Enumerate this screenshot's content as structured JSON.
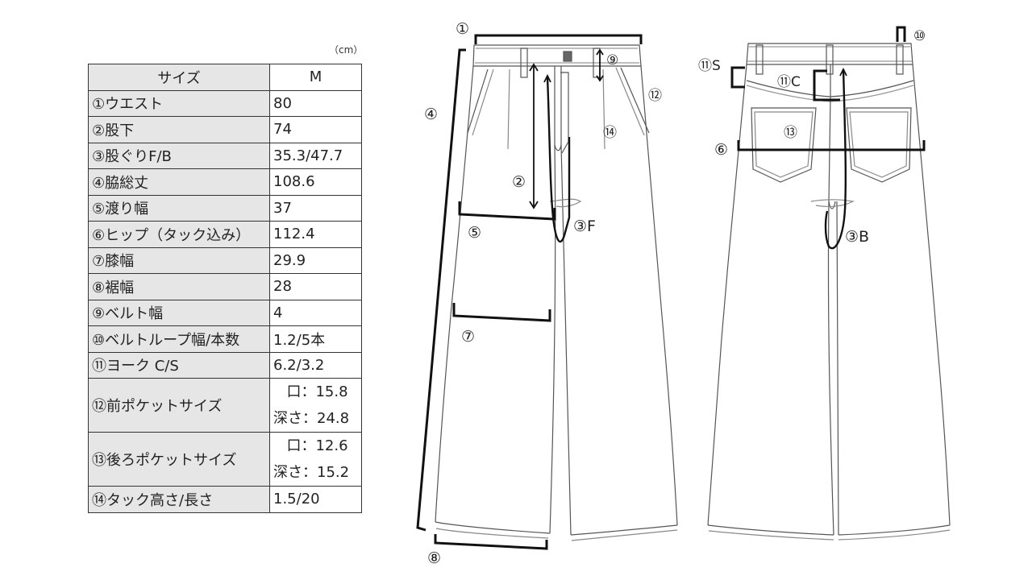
{
  "unit_label": "（cm）",
  "table": {
    "header": {
      "label": "サイズ",
      "value": "M"
    },
    "rows": [
      {
        "label": "①ウエスト",
        "value": "80"
      },
      {
        "label": "②股下",
        "value": "74"
      },
      {
        "label": "③股ぐりF/B",
        "value": "35.3/47.7"
      },
      {
        "label": "④脇総丈",
        "value": "108.6"
      },
      {
        "label": "⑤渡り幅",
        "value": "37"
      },
      {
        "label": "⑥ヒップ（タック込み）",
        "value": "112.4"
      },
      {
        "label": "⑦膝幅",
        "value": "29.9"
      },
      {
        "label": "⑧裾幅",
        "value": "28"
      },
      {
        "label": "⑨ベルト幅",
        "value": "4"
      },
      {
        "label": "⑩ベルトループ幅/本数",
        "value": "1.2/5本"
      },
      {
        "label": "⑪ヨーク C/S",
        "value": "6.2/3.2"
      },
      {
        "label": "⑫前ポケットサイズ",
        "value_line1": "口：15.8",
        "value_line2": "深さ：24.8"
      },
      {
        "label": "⑬後ろポケットサイズ",
        "value_line1": "口：12.6",
        "value_line2": "深さ：15.2"
      },
      {
        "label": "⑭タック高さ/長さ",
        "value": "1.5/20"
      }
    ]
  },
  "diagram": {
    "front": {
      "waist": "①",
      "rise": "②",
      "front_rise": "③F",
      "side_length": "④",
      "thigh": "⑤",
      "knee": "⑦",
      "hem": "⑧",
      "belt_width": "⑨",
      "front_pocket": "⑫",
      "tuck": "⑭"
    },
    "back": {
      "belt_loop": "⑩",
      "yoke_side": "⑪S",
      "yoke_center": "⑪C",
      "back_pocket": "⑬",
      "hip": "⑥",
      "back_rise": "③B"
    }
  }
}
